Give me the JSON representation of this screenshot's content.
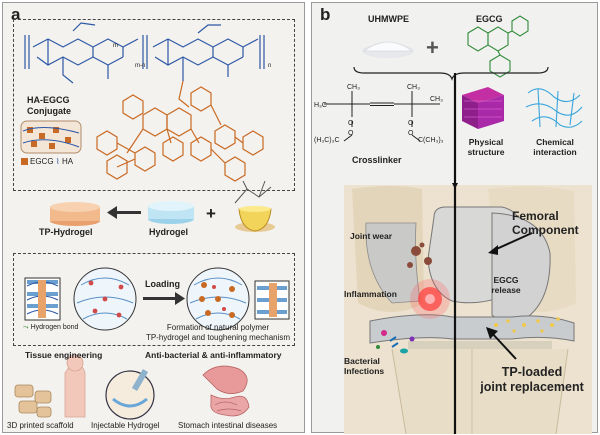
{
  "panel_a": {
    "letter": "a",
    "conjugate": {
      "line1": "HA-EGCG",
      "line2": "Conjugate"
    },
    "legend": {
      "egcg": "EGCG",
      "ha": "HA"
    },
    "subscripts": {
      "m": "m",
      "n": "n",
      "mn": "m-n"
    },
    "hydrogel": "Hydrogel",
    "tp_hydrogel": "TP-Hydrogel",
    "loading": "Loading",
    "hydrogen_bond": "Hydrogen bond",
    "formation": {
      "line1": "Formation of natural polymer",
      "line2": "TP-hydrogel and toughening mechanism"
    },
    "tissue_engineering": "Tissue engineering",
    "anti": "Anti-bacterial & anti-inflammatory",
    "apps": [
      "3D printed scaffold",
      "Injectable Hydrogel",
      "Stomach intestinal diseases"
    ]
  },
  "panel_b": {
    "letter": "b",
    "uhmwpe": "UHMWPE",
    "egcg": "EGCG",
    "crosslinker": "Crosslinker",
    "chem_left": "(H₃C)₃C",
    "chem_right": "C(CH₃)₃",
    "physical": {
      "line1": "Physical",
      "line2": "structure"
    },
    "chemical": {
      "line1": "Chemical",
      "line2": "interaction"
    },
    "femoral": {
      "line1": "Femoral",
      "line2": "Component"
    },
    "joint_wear": "Joint wear",
    "inflammation": "Inflammation",
    "egcg_release": {
      "line1": "EGCG",
      "line2": "release"
    },
    "bacterial": {
      "line1": "Bacterial",
      "line2": "Infections"
    },
    "tp_loaded": {
      "line1": "TP-loaded",
      "line2": "joint replacement"
    }
  },
  "colors": {
    "egcg": "#c96a24",
    "ha": "#2c58a6",
    "hydrogel": "#bfe4f4",
    "tp_hydrogel": "#f2b98c"
  }
}
